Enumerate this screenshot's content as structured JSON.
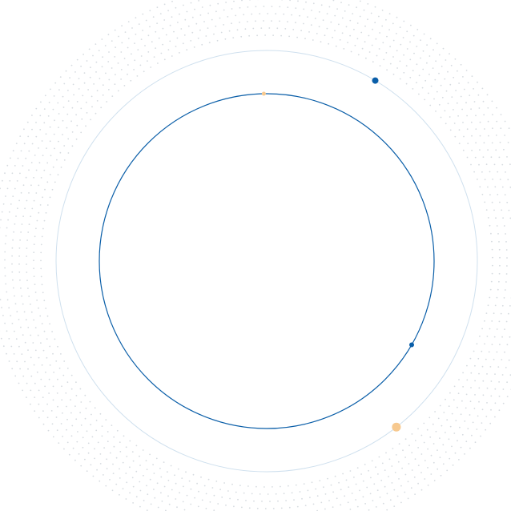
{
  "colors": {
    "background": "#ffffff",
    "inner_ring": "#0a5ea8",
    "outer_ring": "#cfe0ee",
    "dot_pattern": "#d6dbe0",
    "blue_dot": "#0a5ea8",
    "orange_dot": "#f7c98f"
  },
  "dots": [
    {
      "name": "outer-blue-dot",
      "ring": "outer",
      "angle_deg": 31,
      "color": "blue_dot"
    },
    {
      "name": "outer-orange-dot",
      "ring": "outer",
      "angle_deg": 142,
      "color": "orange_dot"
    },
    {
      "name": "inner-orange-dot",
      "ring": "inner",
      "angle_deg": -1,
      "color": "orange_dot"
    },
    {
      "name": "inner-blue-dot",
      "ring": "inner",
      "angle_deg": 120,
      "color": "blue_dot"
    }
  ]
}
